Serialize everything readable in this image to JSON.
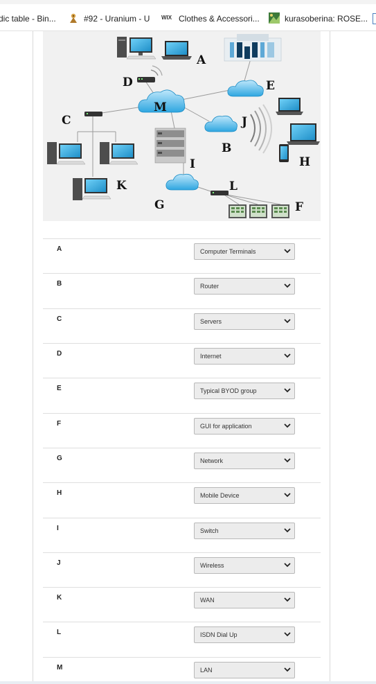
{
  "browser": {
    "bookmarks": [
      {
        "label": "dic table - Bin...",
        "icon": "bookmark-page-icon"
      },
      {
        "label": "#92 - Uranium - U",
        "icon": "uranium-favicon-icon"
      },
      {
        "label": "Clothes & Accessori...",
        "icon": "wix-favicon-icon",
        "icon_text": "WIX"
      },
      {
        "label": "kurasoberina: ROSE...",
        "icon": "image-favicon-icon"
      }
    ]
  },
  "diagram": {
    "labels": [
      "A",
      "B",
      "C",
      "D",
      "E",
      "F",
      "G",
      "H",
      "I",
      "J",
      "K",
      "L",
      "M"
    ]
  },
  "matching": {
    "rows": [
      {
        "letter": "A",
        "selected": "Computer Terminals"
      },
      {
        "letter": "B",
        "selected": "Router"
      },
      {
        "letter": "C",
        "selected": "Servers"
      },
      {
        "letter": "D",
        "selected": "Internet"
      },
      {
        "letter": "E",
        "selected": "Typical BYOD group"
      },
      {
        "letter": "F",
        "selected": "GUI for application"
      },
      {
        "letter": "G",
        "selected": "Network"
      },
      {
        "letter": "H",
        "selected": "Mobile Device"
      },
      {
        "letter": "I",
        "selected": "Switch"
      },
      {
        "letter": "J",
        "selected": "Wireless"
      },
      {
        "letter": "K",
        "selected": "WAN"
      },
      {
        "letter": "L",
        "selected": "ISDN Dial Up"
      },
      {
        "letter": "M",
        "selected": "LAN"
      }
    ]
  }
}
